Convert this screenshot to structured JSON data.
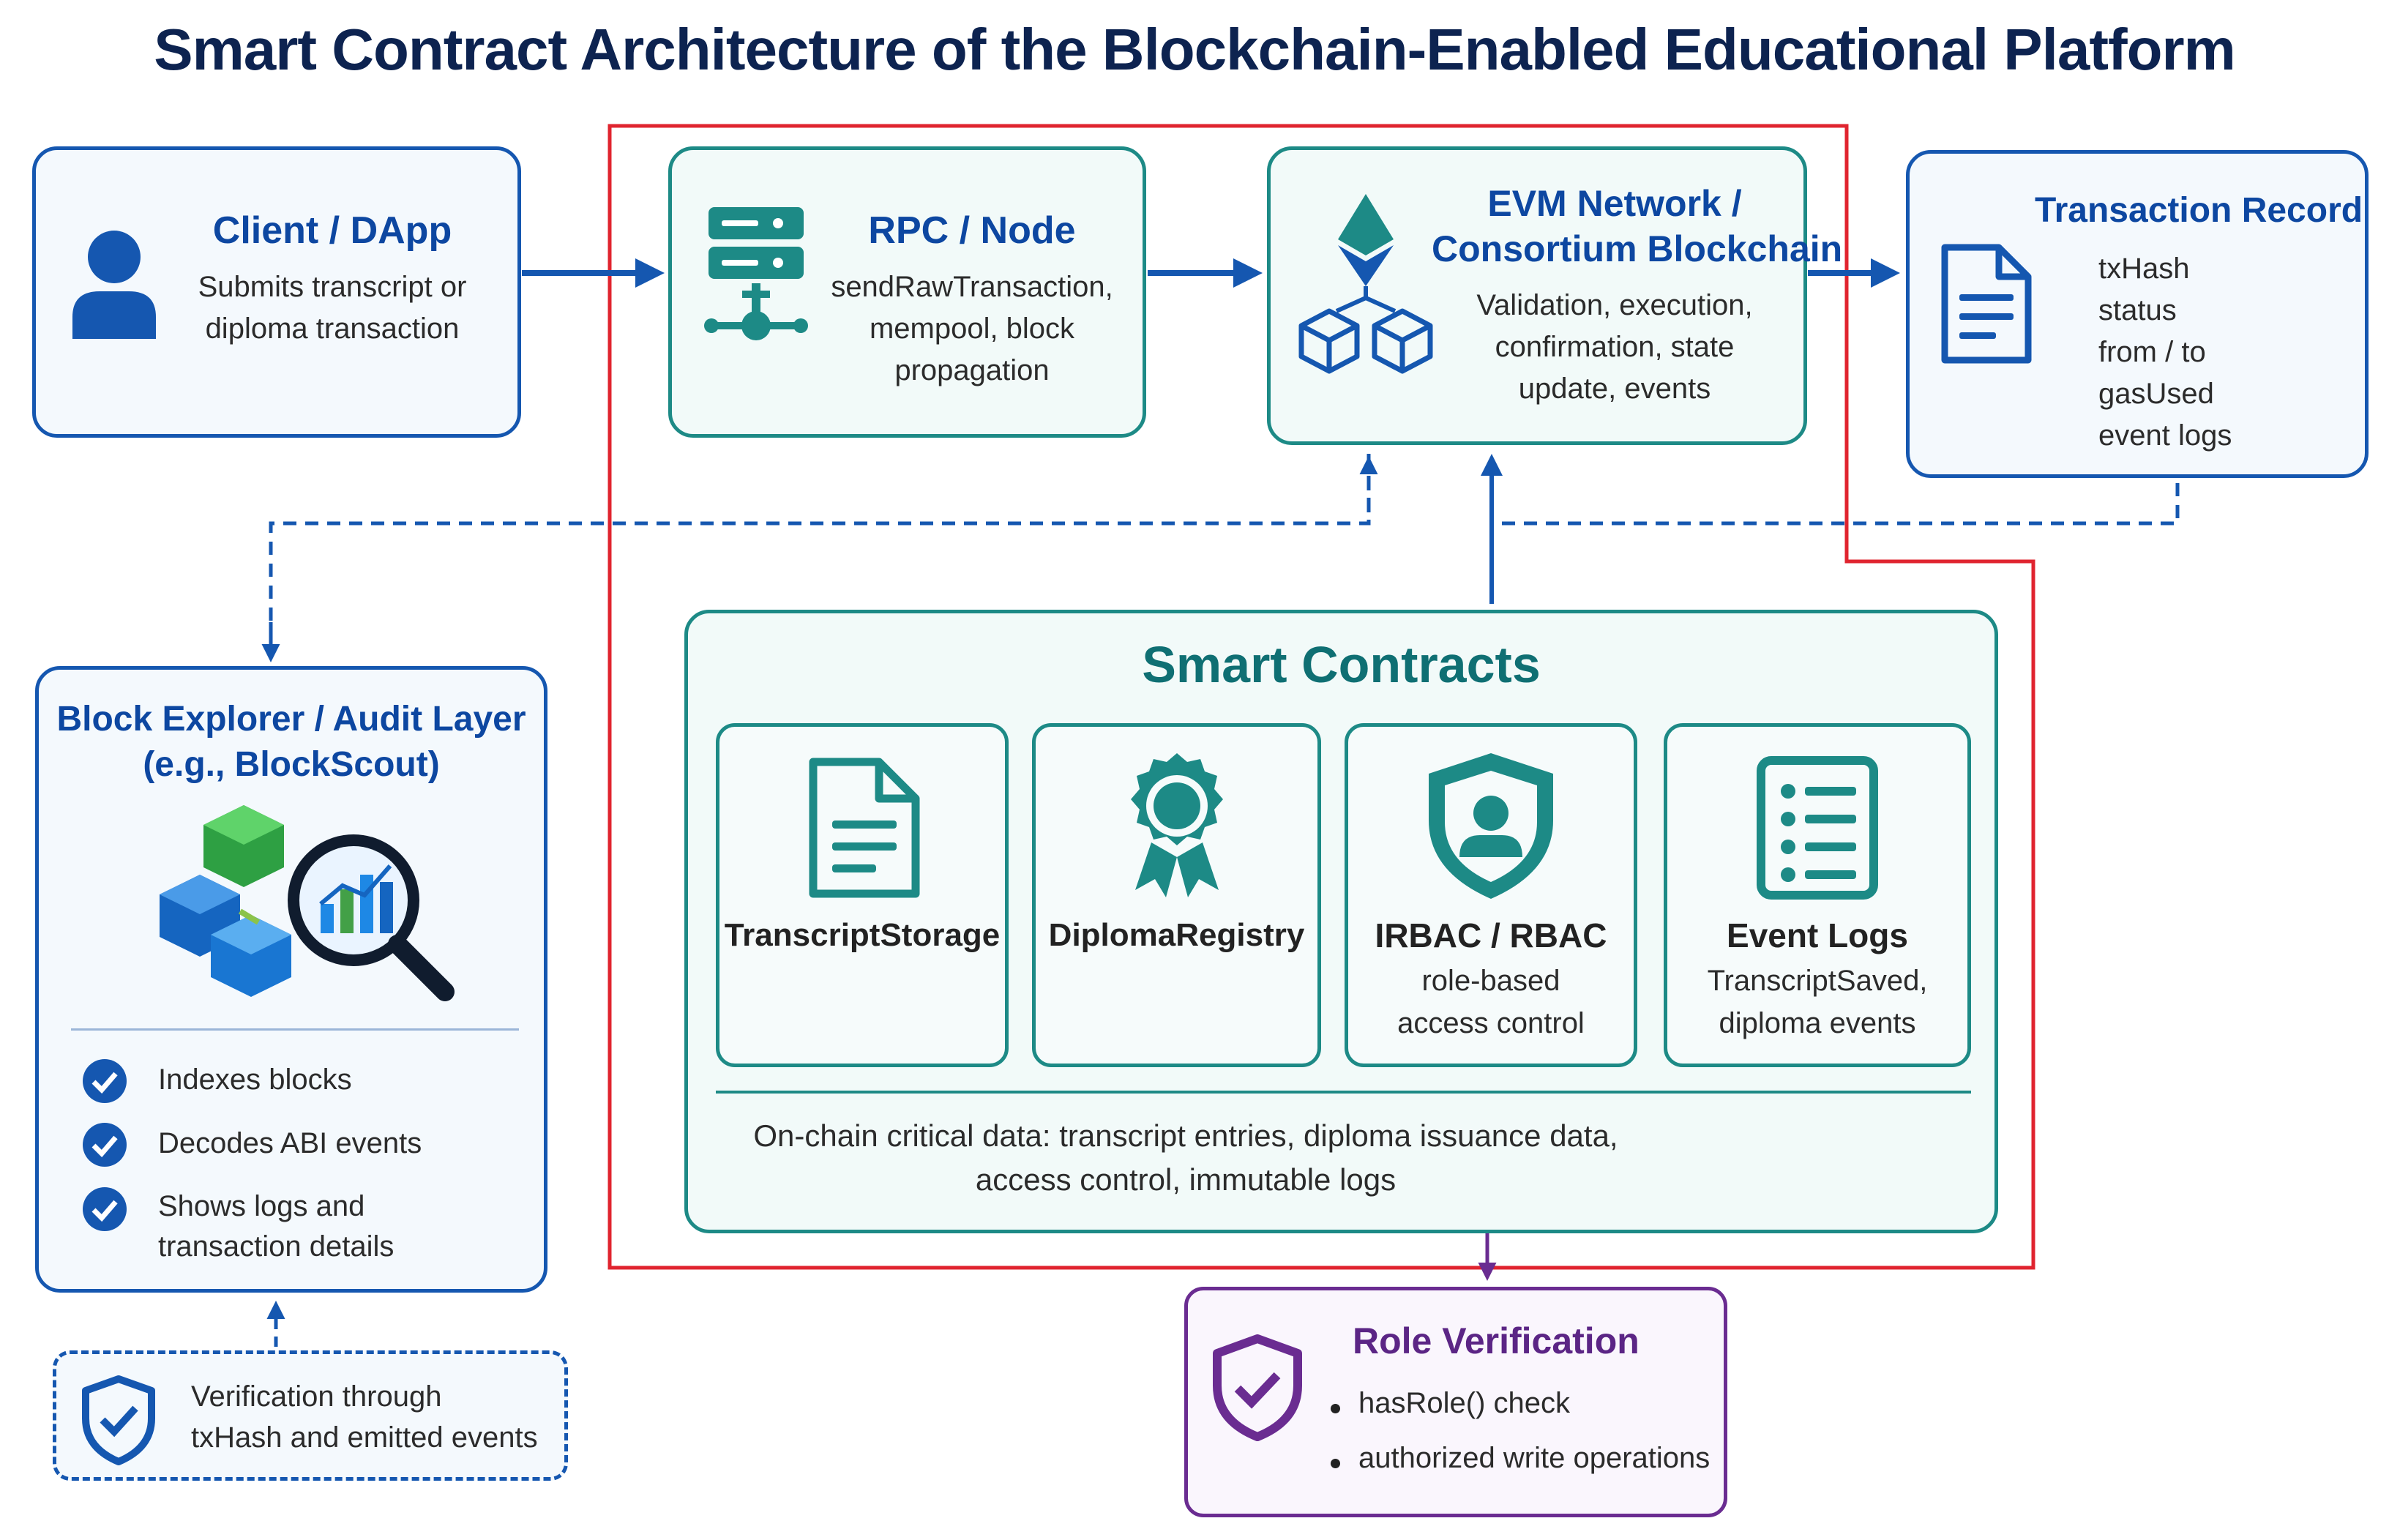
{
  "title": "Smart Contract Architecture of the Blockchain-Enabled Educational Platform",
  "client": {
    "heading": "Client / DApp",
    "lines": [
      "Submits transcript or",
      "diploma transaction"
    ],
    "icon": "user-icon"
  },
  "rpc": {
    "heading": "RPC / Node",
    "lines": [
      "sendRawTransaction,",
      "mempool, block",
      "propagation"
    ],
    "icon": "server-icon"
  },
  "evm": {
    "heading_lines": [
      "EVM Network /",
      "Consortium Blockchain"
    ],
    "lines": [
      "Validation, execution,",
      "confirmation, state",
      "update, events"
    ],
    "icon": "ethereum-blocks-icon"
  },
  "tx_record": {
    "heading": "Transaction Record",
    "fields": [
      "txHash",
      "status",
      "from / to",
      "gasUsed",
      "event logs"
    ],
    "icon": "document-icon"
  },
  "explorer": {
    "heading_lines": [
      "Block Explorer / Audit Layer",
      "(e.g., BlockScout)"
    ],
    "items": [
      {
        "lines": [
          "Indexes blocks"
        ]
      },
      {
        "lines": [
          "Decodes ABI events"
        ]
      },
      {
        "lines": [
          "Shows logs and",
          "transaction details"
        ]
      }
    ],
    "icon": "blockchain-search-icon"
  },
  "verification": {
    "lines": [
      "Verification through",
      "txHash and emitted events"
    ],
    "icon": "shield-check-icon"
  },
  "contracts": {
    "heading": "Smart Contracts",
    "cards": [
      {
        "title": "TranscriptStorage",
        "lines": [],
        "icon": "document-icon"
      },
      {
        "title": "DiplomaRegistry",
        "lines": [],
        "icon": "award-icon"
      },
      {
        "title": "IRBAC / RBAC",
        "lines": [
          "role-based",
          "access control"
        ],
        "icon": "shield-user-icon"
      },
      {
        "title": "Event Logs",
        "lines": [
          "TranscriptSaved,",
          "diploma events"
        ],
        "icon": "list-icon"
      }
    ],
    "footer_lines": [
      "On-chain critical data: transcript entries, diploma issuance data,",
      "access control, immutable logs"
    ]
  },
  "role_verification": {
    "heading": "Role Verification",
    "bullets": [
      "hasRole() check",
      "authorized write operations"
    ],
    "icon": "shield-check-icon"
  },
  "colors": {
    "blue": "#1557b0",
    "teal": "#1d8a86",
    "red": "#e0242f",
    "purple": "#6a2c91",
    "navy": "#0d2350"
  }
}
